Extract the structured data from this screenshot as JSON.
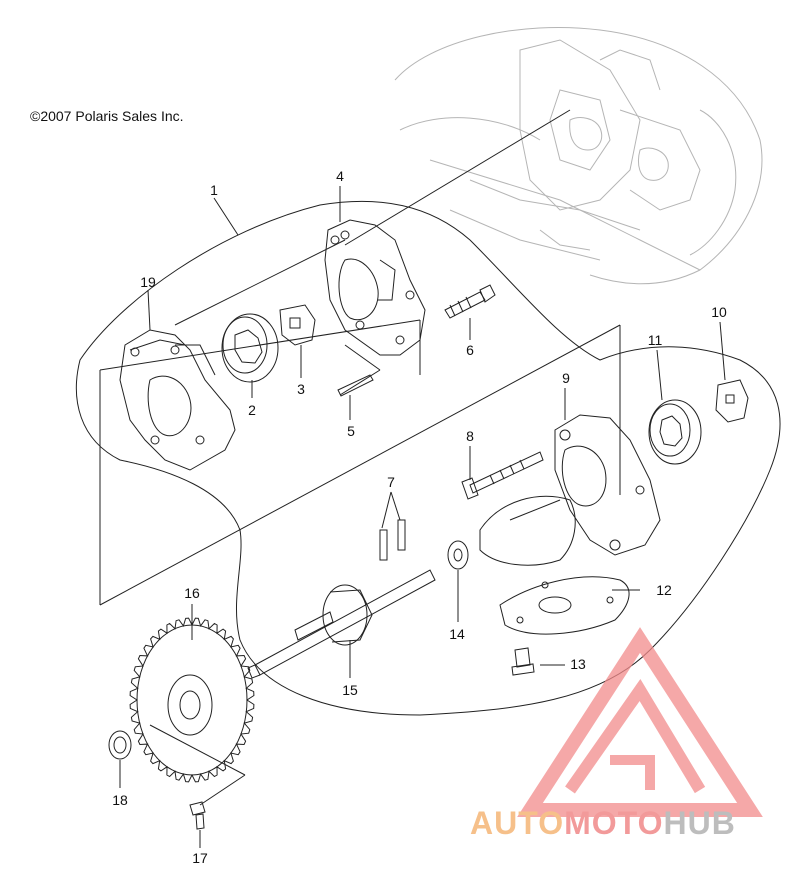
{
  "copyright": "©2007 Polaris Sales Inc.",
  "callouts": [
    "1",
    "2",
    "3",
    "4",
    "5",
    "6",
    "7",
    "8",
    "9",
    "10",
    "11",
    "12",
    "13",
    "14",
    "15",
    "16",
    "17",
    "18",
    "19"
  ],
  "watermark": {
    "part1": "AUTO",
    "part2": "MOTO",
    "part3": "HUB",
    "color_part1": "#f6c08a",
    "color_part2": "#f29a9a",
    "color_part3": "#bdbdbd",
    "logo_color": "#f28b8b"
  }
}
